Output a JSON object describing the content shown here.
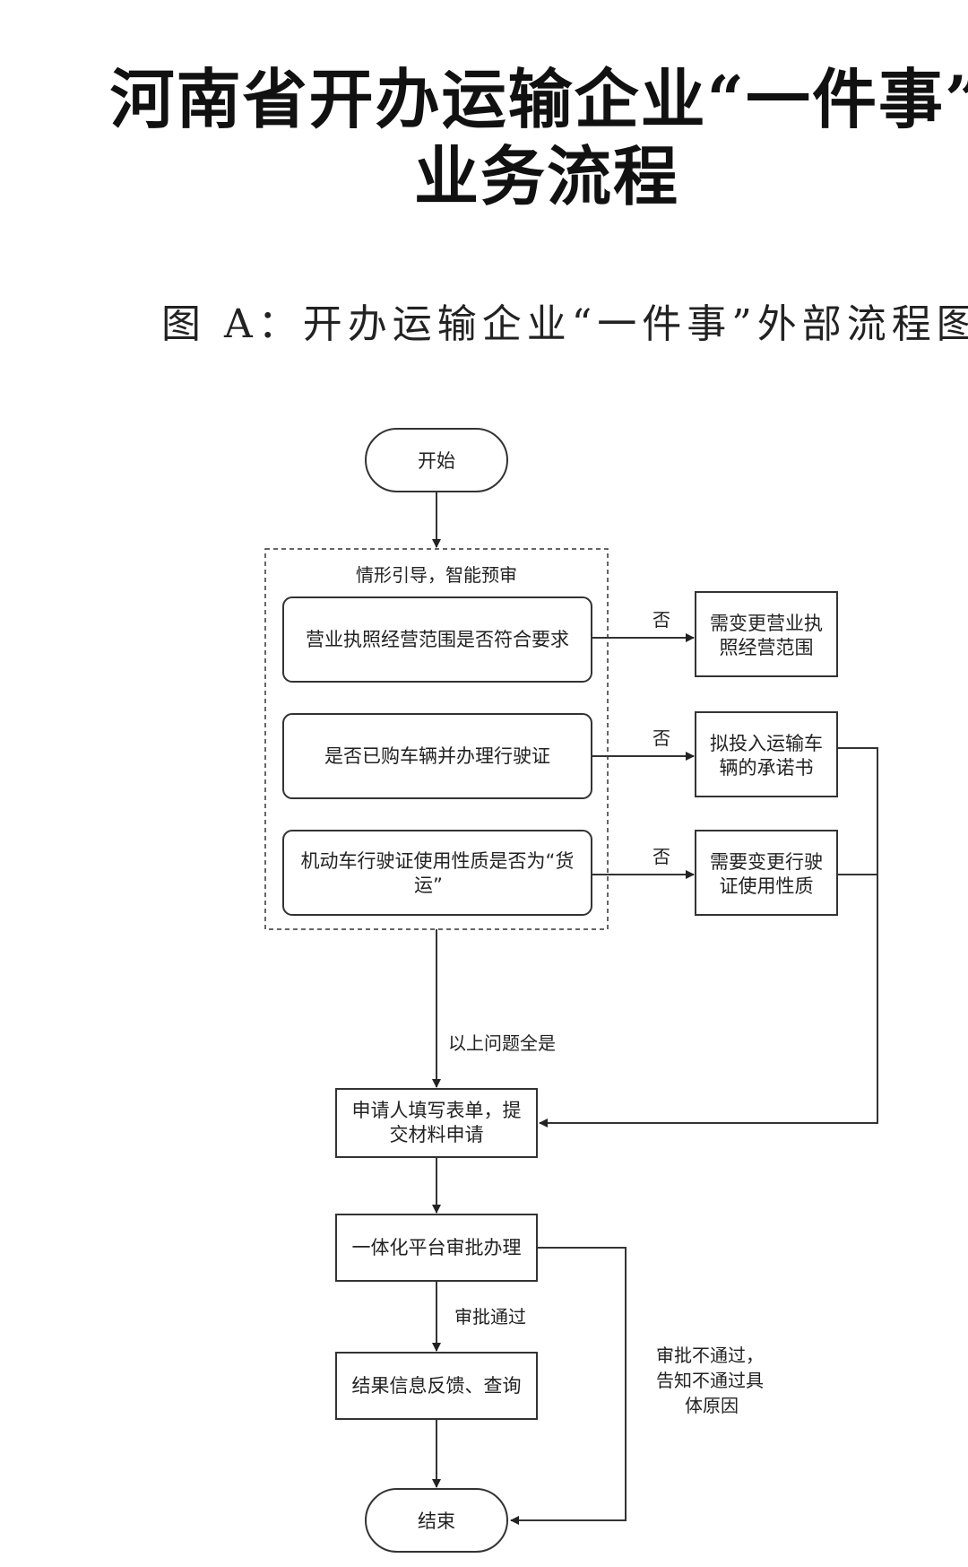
{
  "title": {
    "line1": "河南省开办运输企业“一件事”",
    "line2": "业务流程"
  },
  "subtitle": "图 A：开办运输企业“一件事”外部流程图",
  "nodes": {
    "start": "开始",
    "group_label": "情形引导，智能预审",
    "check1": "营业执照经营范围是否符合要求",
    "check2": "是否已购车辆并办理行驶证",
    "check3_l1": "机动车行驶证使用性质是否为“货",
    "check3_l2": "运”",
    "out1_l1": "需变更营业执",
    "out1_l2": "照经营范围",
    "out2_l1": "拟投入运输车",
    "out2_l2": "辆的承诺书",
    "out3_l1": "需要变更行驶",
    "out3_l2": "证使用性质",
    "apply_l1": "申请人填写表单，提",
    "apply_l2": "交材料申请",
    "approve": "一体化平台审批办理",
    "result": "结果信息反馈、查询",
    "end": "结束"
  },
  "edges": {
    "no1": "否",
    "no2": "否",
    "no3": "否",
    "all_yes": "以上问题全是",
    "approved": "审批通过",
    "rejected_l1": "审批不通过，",
    "rejected_l2": "告知不通过具",
    "rejected_l3": "体原因"
  }
}
